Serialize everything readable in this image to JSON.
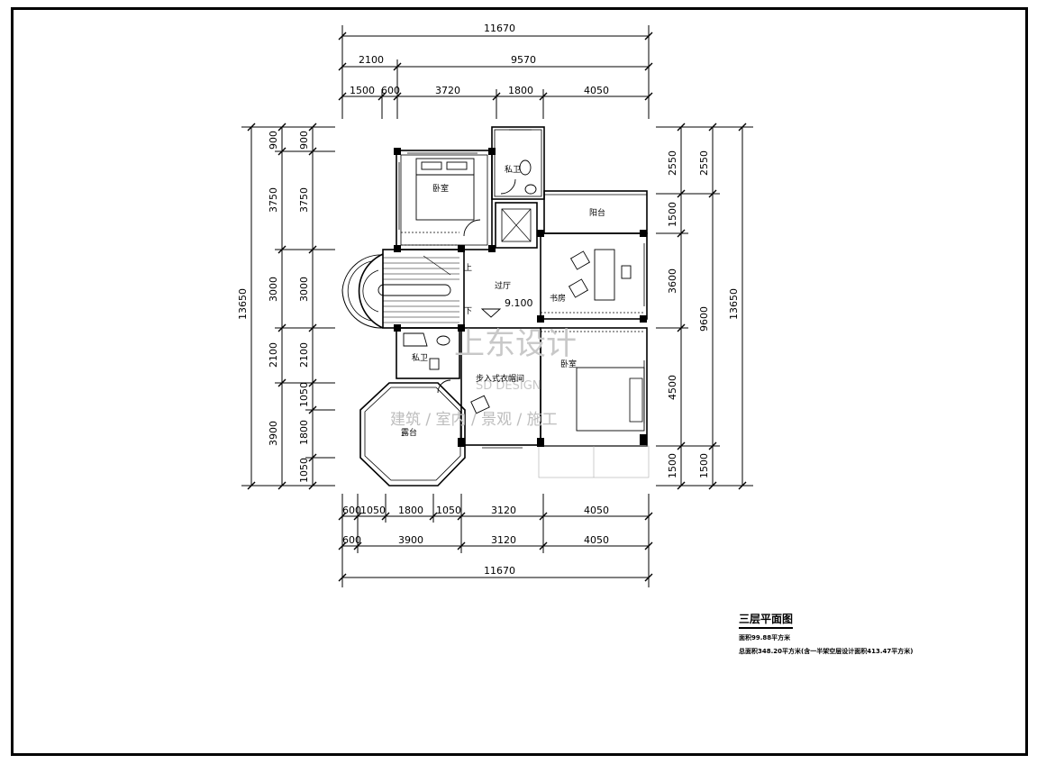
{
  "plan": {
    "dims_top": {
      "total": "11670",
      "row2": [
        "2100",
        "9570"
      ],
      "row3": [
        "1500",
        "600",
        "3720",
        "1800",
        "4050"
      ]
    },
    "dims_bottom": {
      "row1": [
        "600",
        "1050",
        "1800",
        "1050",
        "3120",
        "4050"
      ],
      "row2": [
        "600",
        "3900",
        "3120",
        "4050"
      ],
      "total": "11670"
    },
    "dims_left": {
      "total": "13650",
      "outer": [
        "900",
        "3750",
        "3000",
        "2100",
        "3900"
      ],
      "inner": [
        "900",
        "3750",
        "3000",
        "2100",
        "1050",
        "1800",
        "1050"
      ]
    },
    "dims_right": {
      "total": "13650",
      "inner": [
        "2550",
        "1500",
        "3600",
        "4500",
        "1500"
      ],
      "middle": [
        "2550",
        "9600",
        "1500"
      ]
    },
    "rooms": {
      "master_bedroom": "卧室",
      "private_bath_top": "私卫",
      "balcony": "阳台",
      "hall": "过厅",
      "study": "书房",
      "elevation": "9.100",
      "up": "上",
      "down": "下",
      "private_bath_bottom": "私卫",
      "walk_in_closet": "步入式衣帽间",
      "bedroom": "卧室",
      "terrace": "露台"
    },
    "watermark": {
      "main": "上东设计",
      "sub": "SD DESIGN",
      "services": "建筑 / 室内 / 景观 / 施工"
    }
  },
  "legend": {
    "title": "三层平面图",
    "area": "面积99.88平方米",
    "total": "总面积348.20平方米(含一半架空层设计面积413.47平方米)"
  }
}
